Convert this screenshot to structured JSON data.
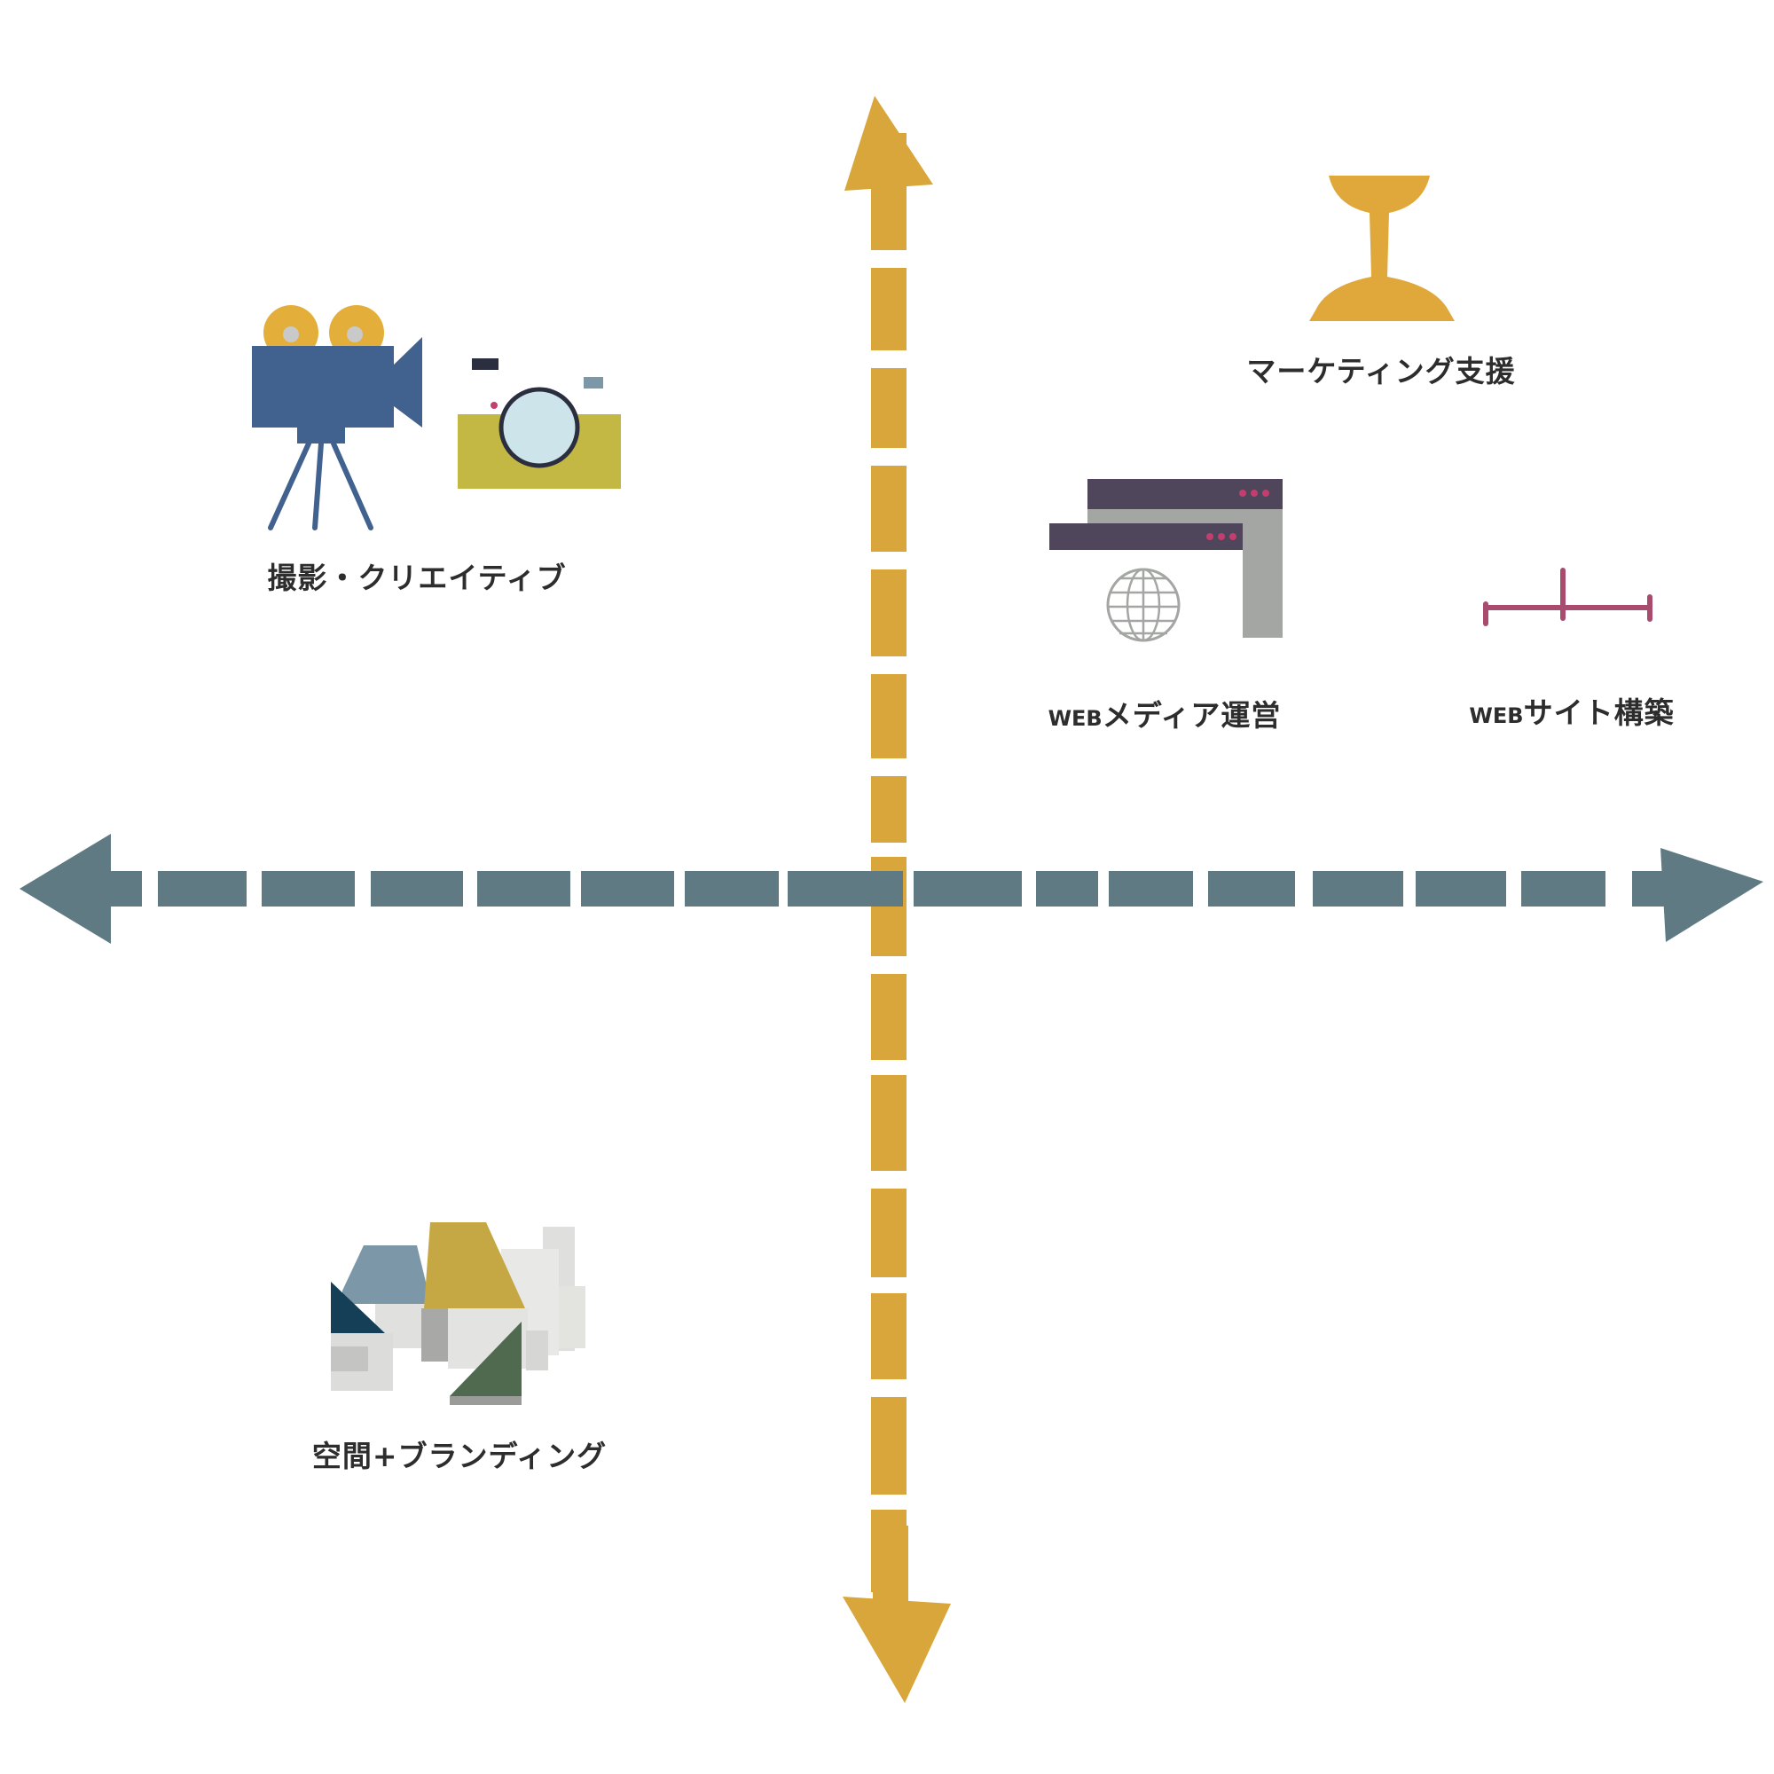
{
  "colors": {
    "background": "#ffffff",
    "vertical_axis": "#d9a63b",
    "horizontal_axis": "#5f7a82",
    "camera_blue": "#41628f",
    "camera_yellow": "#e4ae3a",
    "photo_camera_body": "#c2b843",
    "photo_lens": "#cde5ea",
    "browser_bar": "#4f465c",
    "browser_body": "#a4a6a3",
    "browser_dots": "#c23e6e",
    "tree_magenta": "#a94b6e",
    "building_blue": "#7c97a7",
    "building_gold": "#c5a843",
    "building_navy": "#153f57",
    "building_green": "#506a4f",
    "label_text": "#2d2d2d"
  },
  "axes": {
    "vertical": {
      "name": "vertical-axis",
      "arrows": [
        "up",
        "down"
      ]
    },
    "horizontal": {
      "name": "horizontal-axis",
      "arrows": [
        "left",
        "right"
      ]
    }
  },
  "items": [
    {
      "id": "creative",
      "label": "撮影・クリエイティブ",
      "icons": [
        "video-camera-icon",
        "photo-camera-icon"
      ],
      "quadrant": "top-left"
    },
    {
      "id": "marketing",
      "label": "マーケティング支援",
      "icons": [
        "funnel-icon"
      ],
      "quadrant": "top-right"
    },
    {
      "id": "web-media",
      "label_prefix": "WEB",
      "label_suffix": "メディア運営",
      "icons": [
        "browser-windows-icon",
        "globe-icon"
      ],
      "quadrant": "top-right"
    },
    {
      "id": "web-site",
      "label_prefix": "WEB",
      "label_suffix": "サイト構築",
      "icons": [
        "sitemap-icon"
      ],
      "quadrant": "top-right"
    },
    {
      "id": "space-branding",
      "label": "空間+ブランディング",
      "icons": [
        "buildings-icon"
      ],
      "quadrant": "bottom-left"
    }
  ]
}
